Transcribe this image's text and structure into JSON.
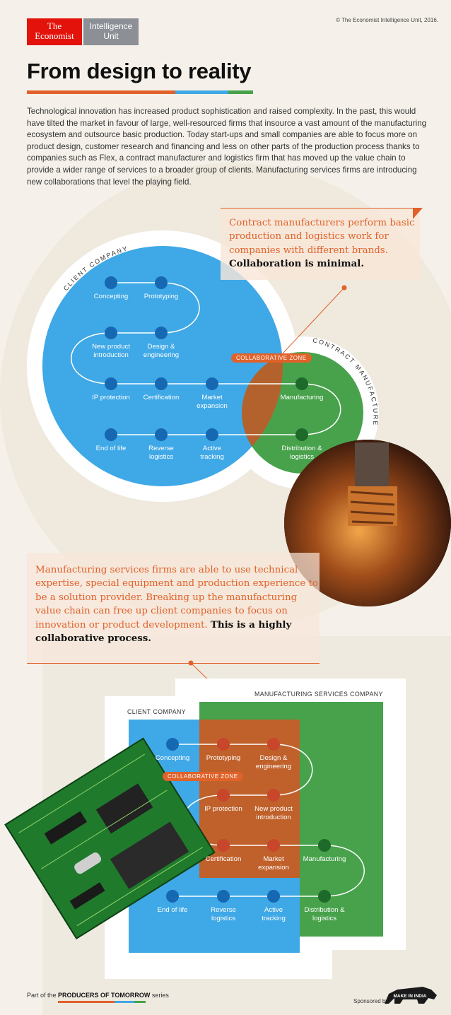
{
  "header": {
    "economist_logo": "The Economist",
    "eiu_logo": "Intelligence Unit",
    "copyright": "© The Economist Intelligence Unit, 2016."
  },
  "title": "From design to reality",
  "intro": "Technological innovation has increased product sophistication and raised complexity. In the past, this would have tilted the market in favour of large, well-resourced firms that insource a vast amount of the manufacturing ecosystem and outsource basic production. Today start-ups and small companies are able to focus more on product design, customer research and financing and less on other parts of the production process thanks to companies such as Flex, a contract manufacturer and logistics firm that has moved up the value chain to provide a wider range of services to a broader group of clients. Manufacturing services firms are introducing new collaborations that level the playing field.",
  "colors": {
    "accent_orange": "#e0622a",
    "client_blue": "#3fa8e6",
    "manufacturer_green": "#47a24b",
    "node_blue": "#1768b3",
    "node_green": "#1e6a2a",
    "node_red": "#c8462b",
    "title_rule": [
      "#e0622a",
      "#3fa8e6",
      "#47a24b"
    ]
  },
  "diagram1": {
    "callout": {
      "text": "Contract manufacturers perform basic production and logistics work for companies with different brands.",
      "bold": "Collaboration is minimal."
    },
    "client_label": "CLIENT COMPANY",
    "contract_label": "CONTRACT MANUFACTURER",
    "zone_label": "COLLABORATIVE ZONE",
    "nodes": [
      "Concepting",
      "Prototyping",
      "New product introduction",
      "Design & engineering",
      "IP protection",
      "Certification",
      "Market expansion",
      "Manufacturing",
      "End of life",
      "Reverse logistics",
      "Active tracking",
      "Distribution & logistics"
    ]
  },
  "diagram2": {
    "callout": {
      "text": "Manufacturing services firms are able to use technical expertise, special equipment and production experience to be a solution provider. Breaking up the manufacturing value chain can free up client companies to focus on innovation or product development.",
      "bold": "This is a highly collaborative process."
    },
    "client_label": "CLIENT COMPANY",
    "services_label": "MANUFACTURING SERVICES COMPANY",
    "zone_label": "COLLABORATIVE ZONE",
    "nodes": [
      "Concepting",
      "Prototyping",
      "Design & engineering",
      "IP protection",
      "New product introduction",
      "Certification",
      "Market expansion",
      "Manufacturing",
      "End of life",
      "Reverse logistics",
      "Active tracking",
      "Distribution & logistics"
    ]
  },
  "footer": {
    "prefix": "Part of the",
    "series": "PRODUCERS OF TOMORROW",
    "suffix": "series",
    "sponsored_by": "Sponsored by",
    "sponsor_logo": "MAKE IN INDIA"
  }
}
